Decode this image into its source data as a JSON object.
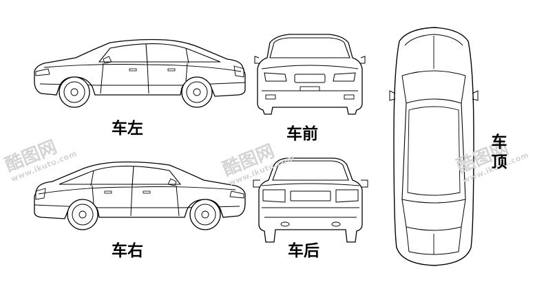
{
  "labels": {
    "left": "车左",
    "front": "车前",
    "top": "车顶",
    "right": "车右",
    "rear": "车后"
  },
  "watermark": {
    "logo": "酷图网",
    "url": "www.ikutu.com"
  },
  "colors": {
    "line": "#000000",
    "background": "#ffffff",
    "watermark": "#d4d4d4"
  }
}
